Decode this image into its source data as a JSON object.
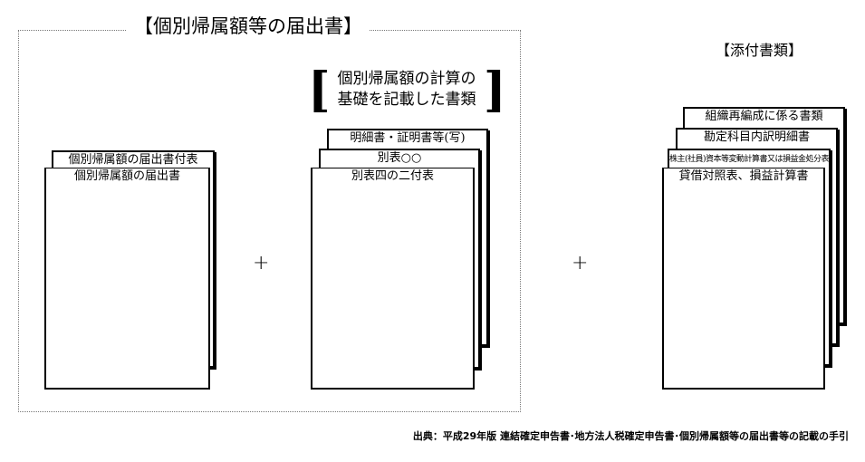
{
  "notification_group": {
    "title": "【個別帰属額等の届出書】",
    "sheets": [
      "個別帰属額の届出書付表",
      "個別帰属額の届出書"
    ]
  },
  "basis_group": {
    "title_line1": "個別帰属額の計算の",
    "title_line2": "基礎を記載した書類",
    "sheets": [
      "明細書・証明書等(写)",
      "別表○○",
      "別表四の二付表"
    ]
  },
  "attachments_group": {
    "title": "【添付書類】",
    "sheets": [
      "組織再編成に係る書類",
      "勘定科目内訳明細書",
      "株主(社員)資本等変動計算書又は損益金処分表",
      "貸借対照表、損益計算書"
    ]
  },
  "operators": [
    "+",
    "+"
  ],
  "source_note": "出典：平成29年版 連結確定申告書･地方法人税確定申告書･個別帰属額等の届出書等の記載の手引"
}
